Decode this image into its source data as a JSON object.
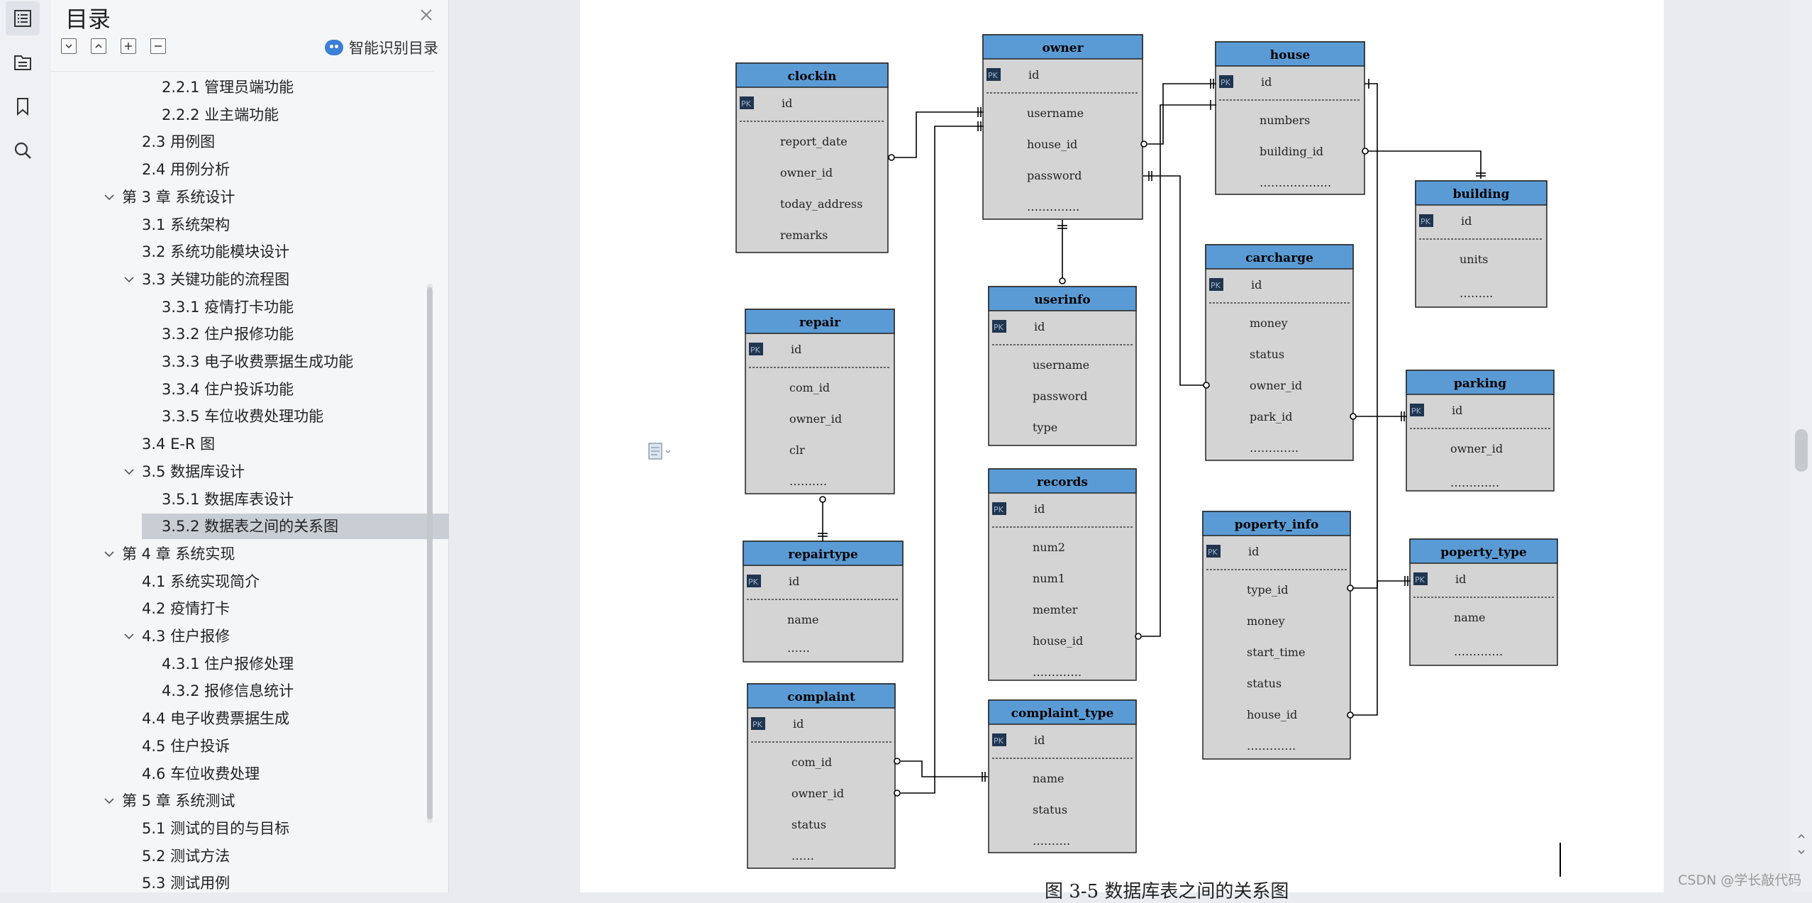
{
  "toc": {
    "title": "目录",
    "smart_label": "智能识别目录",
    "items": [
      {
        "label": "2.2.1 管理员端功能",
        "level": 3,
        "collapsible": false,
        "selected": false
      },
      {
        "label": "2.2.2 业主端功能",
        "level": 3,
        "collapsible": false,
        "selected": false
      },
      {
        "label": "2.3  用例图",
        "level": 2,
        "collapsible": false,
        "selected": false
      },
      {
        "label": "2.4  用例分析",
        "level": 2,
        "collapsible": false,
        "selected": false
      },
      {
        "label": "第 3 章  系统设计",
        "level": 1,
        "collapsible": true,
        "selected": false
      },
      {
        "label": "3.1  系统架构",
        "level": 2,
        "collapsible": false,
        "selected": false
      },
      {
        "label": "3.2  系统功能模块设计",
        "level": 2,
        "collapsible": false,
        "selected": false
      },
      {
        "label": "3.3  关键功能的流程图",
        "level": 2,
        "collapsible": true,
        "selected": false
      },
      {
        "label": "3.3.1  疫情打卡功能",
        "level": 3,
        "collapsible": false,
        "selected": false
      },
      {
        "label": "3.3.2  住户报修功能",
        "level": 3,
        "collapsible": false,
        "selected": false
      },
      {
        "label": "3.3.3  电子收费票据生成功能",
        "level": 3,
        "collapsible": false,
        "selected": false
      },
      {
        "label": "3.3.4  住户投诉功能",
        "level": 3,
        "collapsible": false,
        "selected": false
      },
      {
        "label": "3.3.5  车位收费处理功能",
        "level": 3,
        "collapsible": false,
        "selected": false
      },
      {
        "label": "3.4 E-R 图",
        "level": 2,
        "collapsible": false,
        "selected": false
      },
      {
        "label": "3.5  数据库设计",
        "level": 2,
        "collapsible": true,
        "selected": false
      },
      {
        "label": "3.5.1  数据库表设计",
        "level": 3,
        "collapsible": false,
        "selected": false
      },
      {
        "label": "3.5.2  数据表之间的关系图",
        "level": 3,
        "collapsible": false,
        "selected": true
      },
      {
        "label": "第 4 章  系统实现",
        "level": 1,
        "collapsible": true,
        "selected": false
      },
      {
        "label": "4.1  系统实现简介",
        "level": 2,
        "collapsible": false,
        "selected": false
      },
      {
        "label": "4.2  疫情打卡",
        "level": 2,
        "collapsible": false,
        "selected": false
      },
      {
        "label": "4.3  住户报修",
        "level": 2,
        "collapsible": true,
        "selected": false
      },
      {
        "label": "4.3.1  住户报修处理",
        "level": 3,
        "collapsible": false,
        "selected": false
      },
      {
        "label": "4.3.2  报修信息统计",
        "level": 3,
        "collapsible": false,
        "selected": false
      },
      {
        "label": "4.4  电子收费票据生成",
        "level": 2,
        "collapsible": false,
        "selected": false
      },
      {
        "label": "4.5  住户投诉",
        "level": 2,
        "collapsible": false,
        "selected": false
      },
      {
        "label": "4.6  车位收费处理",
        "level": 2,
        "collapsible": false,
        "selected": false
      },
      {
        "label": "第 5 章  系统测试",
        "level": 1,
        "collapsible": true,
        "selected": false
      },
      {
        "label": "5.1  测试的目的与目标",
        "level": 2,
        "collapsible": false,
        "selected": false
      },
      {
        "label": "5.2  测试方法",
        "level": 2,
        "collapsible": false,
        "selected": false
      },
      {
        "label": "5.3  测试用例",
        "level": 2,
        "collapsible": false,
        "selected": false
      }
    ]
  },
  "rail": {
    "icons": [
      "toc-icon",
      "outline-icon",
      "bookmark-icon",
      "search-icon"
    ]
  },
  "diagram": {
    "pk_label": "PK",
    "tables": [
      {
        "id": "clockin",
        "name": "clockin",
        "fields": [
          "report_date",
          "owner_id",
          "today_address",
          "remarks"
        ]
      },
      {
        "id": "owner",
        "name": "owner",
        "fields": [
          "username",
          "house_id",
          "password",
          "………….."
        ]
      },
      {
        "id": "house",
        "name": "house",
        "fields": [
          "numbers",
          "building_id",
          "………………."
        ]
      },
      {
        "id": "building",
        "name": "building",
        "fields": [
          "units",
          "……..."
        ]
      },
      {
        "id": "repair",
        "name": "repair",
        "fields": [
          "com_id",
          "owner_id",
          "clr",
          "………."
        ]
      },
      {
        "id": "userinfo",
        "name": "userinfo",
        "fields": [
          "username",
          "password",
          "type"
        ]
      },
      {
        "id": "carcharge",
        "name": "carcharge",
        "fields": [
          "money",
          "status",
          "owner_id",
          "park_id",
          "…………."
        ]
      },
      {
        "id": "parking",
        "name": "parking",
        "fields": [
          "owner_id",
          "…………."
        ]
      },
      {
        "id": "records",
        "name": "records",
        "fields": [
          "num2",
          "num1",
          "memter",
          "house_id",
          "…………."
        ]
      },
      {
        "id": "repairtype",
        "name": "repairtype",
        "fields": [
          "name",
          "……"
        ]
      },
      {
        "id": "poperty_info",
        "name": "poperty_info",
        "fields": [
          "type_id",
          "money",
          "start_time",
          "status",
          "house_id",
          "…………."
        ]
      },
      {
        "id": "poperty_type",
        "name": "poperty_type",
        "fields": [
          "name",
          "…………."
        ]
      },
      {
        "id": "complaint",
        "name": "complaint",
        "fields": [
          "com_id",
          "owner_id",
          "status",
          "……"
        ]
      },
      {
        "id": "complaint_type",
        "name": "complaint_type",
        "fields": [
          "name",
          "status",
          "………."
        ]
      }
    ],
    "caption": "图 3-5  数据库表之间的关系图"
  },
  "watermark": "CSDN @学长敲代码",
  "colors": {
    "table_header": "#5b9bd5",
    "table_body": "#d4d4d4",
    "selected_toc": "#c9cdd4",
    "smart_icon": "#3b7fd6"
  }
}
